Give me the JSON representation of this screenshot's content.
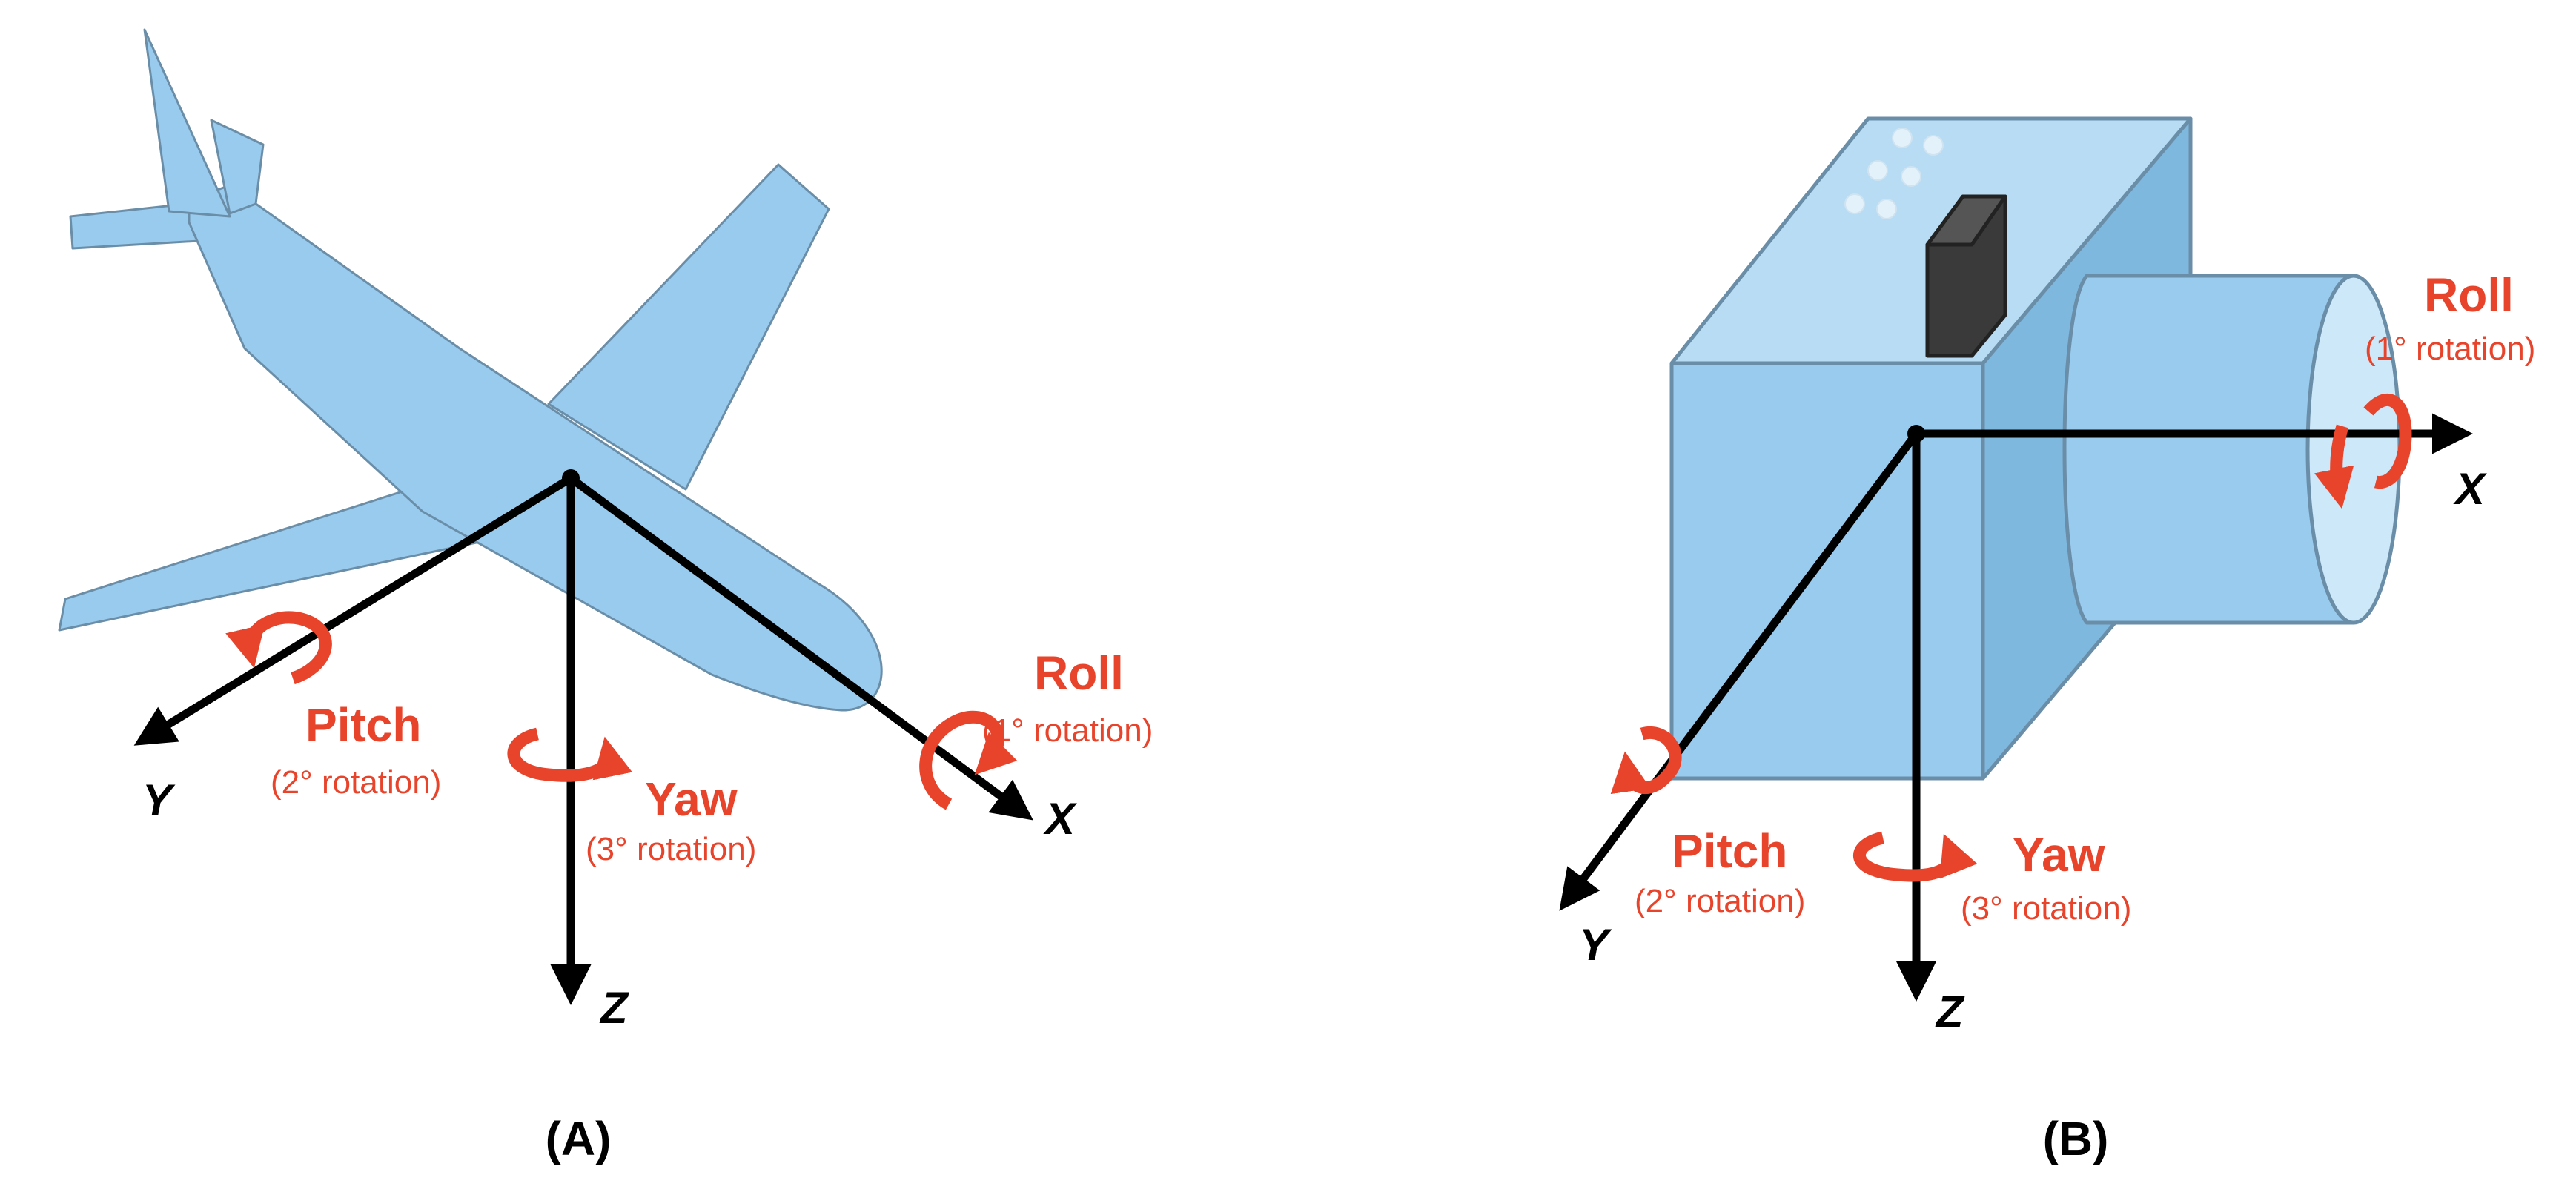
{
  "colors": {
    "body_fill": "#99cbee",
    "body_stroke": "#6b8ea8",
    "axis": "#000000",
    "rotation": "#e8442c",
    "camera_dark": "#3a3a3a"
  },
  "panel_a": {
    "label": "(A)",
    "subject": "airplane",
    "axes": {
      "x": "X",
      "y": "Y",
      "z": "Z"
    },
    "roll": {
      "name": "Roll",
      "order": "(1° rotation)"
    },
    "pitch": {
      "name": "Pitch",
      "order": "(2° rotation)"
    },
    "yaw": {
      "name": "Yaw",
      "order": "(3° rotation)"
    }
  },
  "panel_b": {
    "label": "(B)",
    "subject": "camera",
    "axes": {
      "x": "X",
      "y": "Y",
      "z": "Z"
    },
    "roll": {
      "name": "Roll",
      "order": "(1° rotation)"
    },
    "pitch": {
      "name": "Pitch",
      "order": "(2° rotation)"
    },
    "yaw": {
      "name": "Yaw",
      "order": "(3° rotation)"
    }
  }
}
